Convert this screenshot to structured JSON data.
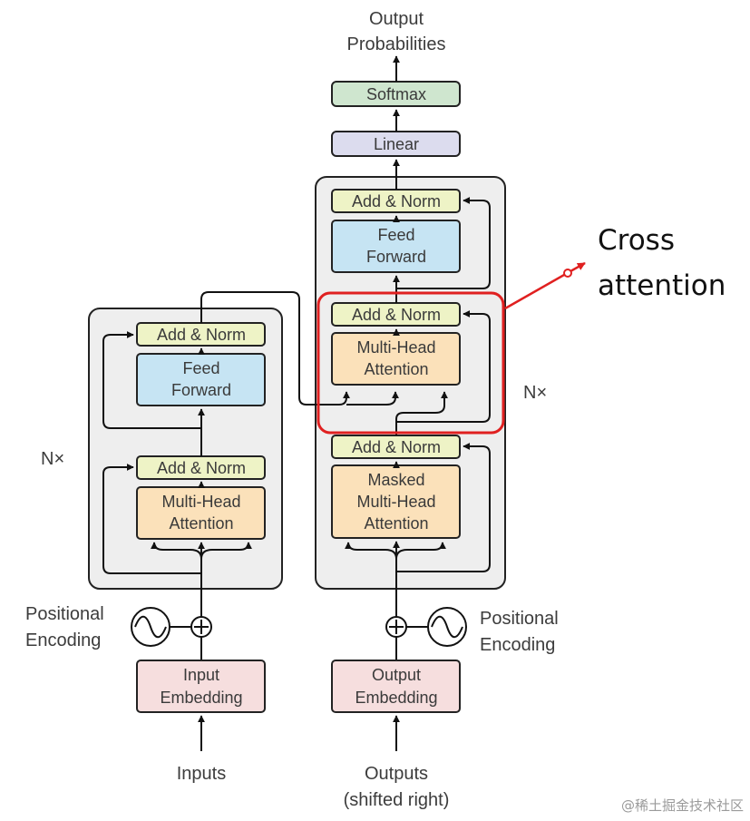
{
  "diagram": {
    "title_output": [
      "Output",
      "Probabilities"
    ],
    "softmax": "Softmax",
    "linear": "Linear",
    "encoder": {
      "repeat": "N×",
      "add_norm_top": "Add & Norm",
      "feed_forward": [
        "Feed",
        "Forward"
      ],
      "add_norm_bottom": "Add & Norm",
      "attention": [
        "Multi-Head",
        "Attention"
      ],
      "positional_encoding": [
        "Positional",
        "Encoding"
      ],
      "embedding": [
        "Input",
        "Embedding"
      ],
      "input": "Inputs"
    },
    "decoder": {
      "repeat": "N×",
      "add_norm_top": "Add & Norm",
      "feed_forward": [
        "Feed",
        "Forward"
      ],
      "add_norm_mid": "Add & Norm",
      "cross_attention": [
        "Multi-Head",
        "Attention"
      ],
      "add_norm_bottom": "Add & Norm",
      "masked_attention": [
        "Masked",
        "Multi-Head",
        "Attention"
      ],
      "positional_encoding": [
        "Positional",
        "Encoding"
      ],
      "embedding": [
        "Output",
        "Embedding"
      ],
      "input": [
        "Outputs",
        "(shifted right)"
      ]
    },
    "annotation": [
      "Cross",
      "attention"
    ],
    "watermark": "@稀土掘金技术社区",
    "colors": {
      "softmax": "#cfe6cf",
      "linear": "#dcdcee",
      "add_norm": "#eef3c6",
      "feed_forward": "#c6e4f3",
      "attention": "#fbe1ba",
      "embedding": "#f6dede",
      "container": "#eeeeee",
      "highlight": "#e02020"
    }
  }
}
